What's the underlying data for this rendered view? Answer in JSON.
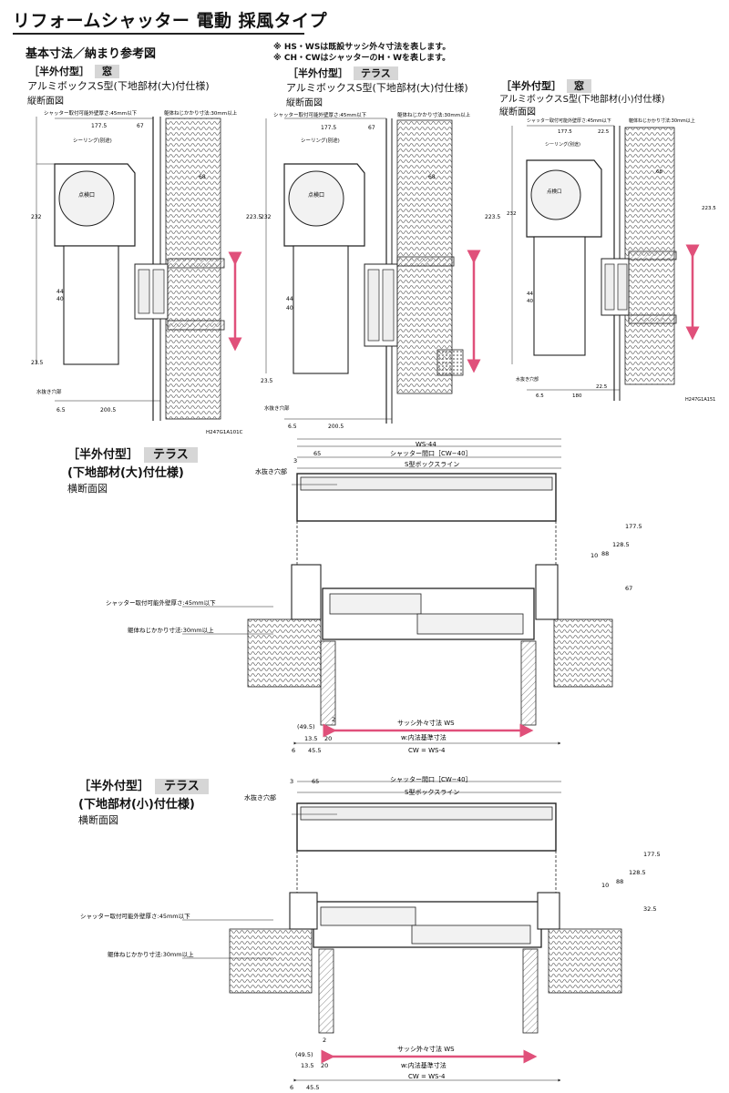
{
  "page": {
    "title": "リフォームシャッター 電動 採風タイプ",
    "section_title": "基本寸法／納まり参考図",
    "notes": [
      "※ HS・WSは既設サッシ外々寸法を表します。",
      "※ CH・CWはシャッターのH・Wを表します。"
    ]
  },
  "vertical_sections": [
    {
      "type_label": "［半外付型］",
      "type_chip": "窓",
      "subtitle": "アルミボックスS型(下地部材(大)付仕様)",
      "view": "縦断面図",
      "code": "H247G1A101C",
      "dims": {
        "wall": "シャッター取付可能外壁厚さ:45mm以下",
        "screw": "躯体ねじかかり寸法:30mm以上",
        "seal": "シーリング(別途)",
        "check": "点検口",
        "drain": "水抜き穴部",
        "d1": "177.5",
        "d2": "67",
        "d3": "232",
        "d4": "223.5",
        "d5": "200.5",
        "d6": "6.5",
        "d7": "23.5",
        "d8": "40",
        "d9": "44",
        "d10": "68"
      }
    },
    {
      "type_label": "［半外付型］",
      "type_chip": "テラス",
      "subtitle": "アルミボックスS型(下地部材(大)付仕様)",
      "view": "縦断面図",
      "code": "",
      "dims": {
        "wall": "シャッター取付可能外壁厚さ:45mm以下",
        "screw": "躯体ねじかかり寸法:30mm以上",
        "seal": "シーリング(別途)",
        "check": "点検口",
        "drain": "水抜き穴部",
        "d1": "177.5",
        "d2": "67",
        "d3": "232",
        "d4": "223.5",
        "d5": "200.5",
        "d6": "6.5",
        "d7": "23.5",
        "d8": "40",
        "d9": "44",
        "d10": "68"
      }
    },
    {
      "type_label": "［半外付型］",
      "type_chip": "窓",
      "subtitle": "アルミボックスS型(下地部材(小)付仕様)",
      "view": "縦断面図",
      "code": "H247G1A151",
      "dims": {
        "wall": "シャッター取付可能外壁厚さ:45mm以下",
        "screw": "躯体ねじかかり寸法:30mm以上",
        "seal": "シーリング(別途)",
        "check": "点検口",
        "drain": "水抜き穴部",
        "d1": "177.5",
        "d2": "22.5",
        "d3": "232",
        "d4": "223.5",
        "d5": "180",
        "d6": "6.5",
        "d7": "22.5",
        "d8": "40",
        "d9": "44",
        "d10": "68"
      }
    }
  ],
  "horizontal_sections": [
    {
      "type_label": "［半外付型］",
      "type_chip": "テラス",
      "subtitle": "(下地部材(大)付仕様)",
      "view": "横断面図",
      "labels": {
        "ws44": "WS-44",
        "opening": "シャッター間口［CW−40］",
        "boxline": "S型ボックスライン",
        "drain": "水抜き穴部",
        "wall": "シャッター取付可能外壁厚さ:45mm以下",
        "screw": "躯体ねじかかり寸法:30mm以上",
        "sash": "サッシ外々寸法 WS",
        "inner": "w:内法基準寸法",
        "cw": "CW = WS-4",
        "d3": "3",
        "d65": "65",
        "d177": "177.5",
        "d128": "128.5",
        "d88": "88",
        "d10": "10",
        "d67": "67",
        "d49": "(49.5)",
        "d13": "13.5",
        "d20": "20",
        "d2": "2",
        "d6": "6",
        "d45": "45.5"
      }
    },
    {
      "type_label": "［半外付型］",
      "type_chip": "テラス",
      "subtitle": "(下地部材(小)付仕様)",
      "view": "横断面図",
      "labels": {
        "ws44": "",
        "opening": "シャッター間口［CW−40］",
        "boxline": "S型ボックスライン",
        "drain": "水抜き穴部",
        "wall": "シャッター取付可能外壁厚さ:45mm以下",
        "screw": "躯体ねじかかり寸法:30mm以上",
        "sash": "サッシ外々寸法 WS",
        "inner": "w:内法基準寸法",
        "cw": "CW = WS-4",
        "d3": "3",
        "d65": "65",
        "d177": "177.5",
        "d128": "128.5",
        "d88": "88",
        "d10": "10",
        "d67": "32.5",
        "d49": "(49.5)",
        "d13": "13.5",
        "d20": "20",
        "d2": "2",
        "d6": "6",
        "d45": "45.5"
      }
    }
  ],
  "colors": {
    "accent_arrow": "#e0507a",
    "line": "#222222",
    "insulation": "#444444",
    "chip": "#d6d6d6"
  }
}
